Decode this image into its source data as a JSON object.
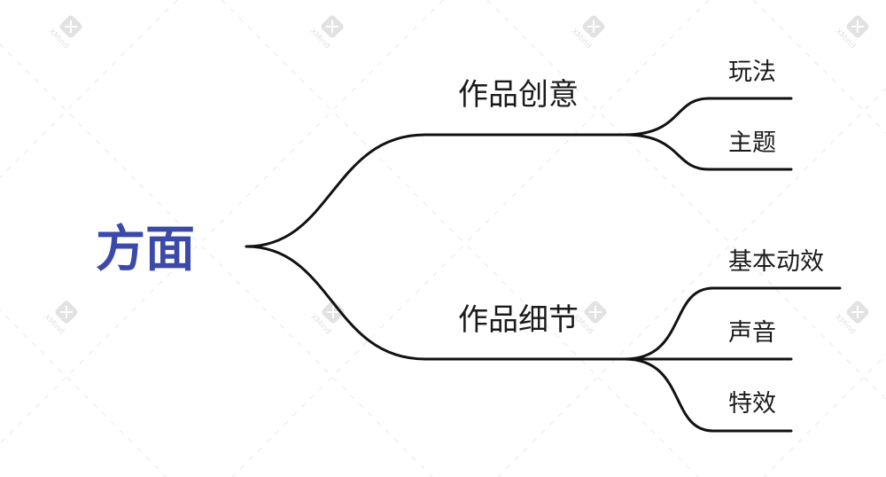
{
  "root": {
    "label": "方面"
  },
  "topics": [
    {
      "label": "作品创意",
      "children": [
        {
          "label": "玩法"
        },
        {
          "label": "主题"
        }
      ]
    },
    {
      "label": "作品细节",
      "children": [
        {
          "label": "基本动效"
        },
        {
          "label": "声音"
        },
        {
          "label": "特效"
        }
      ]
    }
  ],
  "watermark": {
    "text": "XMind",
    "icon": "xmind-logo-icon"
  },
  "colors": {
    "root_text": "#3b4aa8",
    "lines": "#111111",
    "text": "#1a1a1a",
    "watermark": "#e2e2e2"
  }
}
